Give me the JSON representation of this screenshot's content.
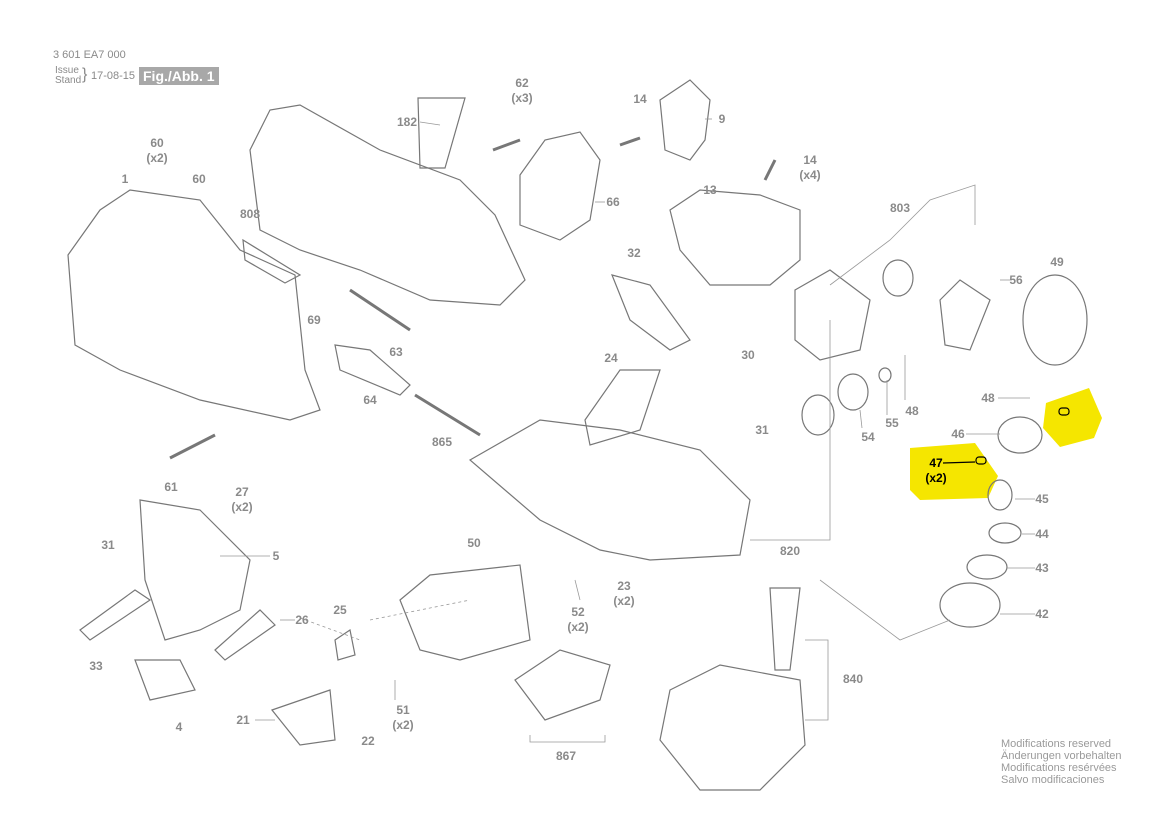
{
  "header": {
    "part_number": "3 601 EA7 000",
    "issue_label": "Issue",
    "stand_label": "Stand",
    "date": "17-08-15",
    "figure": "Fig./Abb. 1"
  },
  "highlight_color": "#f5e600",
  "labels": [
    {
      "id": "182",
      "text": "182"
    },
    {
      "id": "62",
      "text": "62",
      "qty": "(x3)"
    },
    {
      "id": "14a",
      "text": "14"
    },
    {
      "id": "9",
      "text": "9"
    },
    {
      "id": "60a",
      "text": "60",
      "qty": "(x2)"
    },
    {
      "id": "60b",
      "text": "60"
    },
    {
      "id": "1",
      "text": "1"
    },
    {
      "id": "808",
      "text": "808"
    },
    {
      "id": "66",
      "text": "66"
    },
    {
      "id": "14b",
      "text": "14",
      "qty": "(x4)"
    },
    {
      "id": "13",
      "text": "13"
    },
    {
      "id": "803",
      "text": "803"
    },
    {
      "id": "32",
      "text": "32"
    },
    {
      "id": "69",
      "text": "69"
    },
    {
      "id": "63",
      "text": "63"
    },
    {
      "id": "56",
      "text": "56"
    },
    {
      "id": "49",
      "text": "49"
    },
    {
      "id": "24",
      "text": "24"
    },
    {
      "id": "30",
      "text": "30"
    },
    {
      "id": "64",
      "text": "64"
    },
    {
      "id": "31a",
      "text": "31"
    },
    {
      "id": "48a",
      "text": "48"
    },
    {
      "id": "55",
      "text": "55"
    },
    {
      "id": "54",
      "text": "54"
    },
    {
      "id": "48b",
      "text": "48"
    },
    {
      "id": "46",
      "text": "46"
    },
    {
      "id": "47",
      "text": "47",
      "qty": "(x2)"
    },
    {
      "id": "865",
      "text": "865"
    },
    {
      "id": "45",
      "text": "45"
    },
    {
      "id": "61",
      "text": "61"
    },
    {
      "id": "27",
      "text": "27",
      "qty": "(x2)"
    },
    {
      "id": "820",
      "text": "820"
    },
    {
      "id": "44",
      "text": "44"
    },
    {
      "id": "31b",
      "text": "31"
    },
    {
      "id": "5",
      "text": "5"
    },
    {
      "id": "50",
      "text": "50"
    },
    {
      "id": "43",
      "text": "43"
    },
    {
      "id": "23",
      "text": "23",
      "qty": "(x2)"
    },
    {
      "id": "52",
      "text": "52",
      "qty": "(x2)"
    },
    {
      "id": "42",
      "text": "42"
    },
    {
      "id": "25",
      "text": "25"
    },
    {
      "id": "26",
      "text": "26"
    },
    {
      "id": "33",
      "text": "33"
    },
    {
      "id": "840",
      "text": "840"
    },
    {
      "id": "51",
      "text": "51",
      "qty": "(x2)"
    },
    {
      "id": "21",
      "text": "21"
    },
    {
      "id": "22",
      "text": "22"
    },
    {
      "id": "4",
      "text": "4"
    },
    {
      "id": "867",
      "text": "867"
    }
  ],
  "notes": [
    "Modifications reserved",
    "Änderungen vorbehalten",
    "Modifications resérvées",
    "Salvo modificaciones"
  ]
}
